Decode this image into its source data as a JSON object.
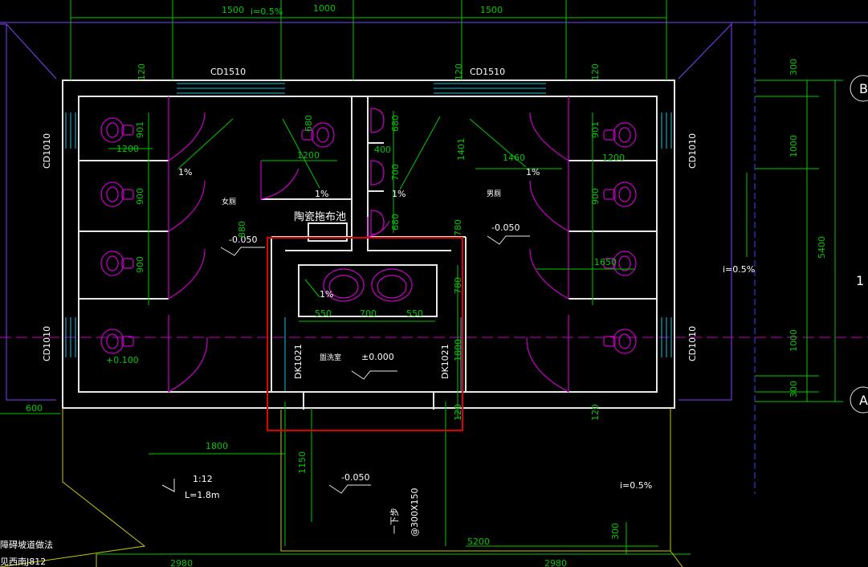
{
  "colors": {
    "background": "#000000",
    "wall": "#e6e6e6",
    "dim": "#00c800",
    "fixture": "#c800c8",
    "window": "#00c8e6",
    "text": "#ffffff",
    "roof_outline": "#8040ff",
    "axis_center": "#c800c8",
    "highlight": "#e00000",
    "misc": "#c8c800"
  },
  "dimensions_top": [
    "1500",
    "i=0.5%",
    "1000",
    "1500"
  ],
  "windows": {
    "top_left": "CD1510",
    "top_right": "CD1510",
    "left_upper": "CD1010",
    "left_lower": "CD1010",
    "right_upper": "CD1010",
    "right_lower": "CD1010"
  },
  "doors": {
    "left": "DK1021",
    "right": "DK1021"
  },
  "rooms": {
    "female": "女厕",
    "male": "男厕",
    "lobby": "盥洗室",
    "mop_pool": "陶瓷拖布池"
  },
  "levels": {
    "female_level": "-0.050",
    "male_level": "-0.050",
    "lobby_level": "±0.000",
    "outside_level": "-0.050",
    "squat_level": "+0.100"
  },
  "slopes": {
    "female": "1%",
    "mid_left": "1%",
    "mid_right": "1%",
    "male": "1%",
    "lobby": "1%",
    "right_side": "i=0.5%",
    "bottom_right": "i=0.5%"
  },
  "interior_dims": {
    "left_901": "901",
    "left_1200a": "1200",
    "left_900a": "900",
    "left_900b": "900",
    "mid_680a": "680",
    "mid_1200": "1200",
    "mid_880": "880",
    "center_680": "680",
    "center_400": "400",
    "center_700": "700",
    "center_680b": "680",
    "right_1401": "1401",
    "right_1460": "1460",
    "right_901": "901",
    "right_1200": "1200",
    "right_900": "900",
    "right_1650": "1650",
    "lobby_780a": "780",
    "lobby_780b": "780",
    "basin_550a": "550",
    "basin_700": "700",
    "basin_550b": "550",
    "lobby_1800": "1800",
    "lobby_120a": "120",
    "lobby_120b": "120",
    "top_120a": "120",
    "top_120b": "120",
    "top_120c": "120"
  },
  "right_dims": [
    "300",
    "1000",
    "5400",
    "1000",
    "300"
  ],
  "right_axis_numeral": "1",
  "axis_tags": {
    "top": "B",
    "bottom": "A"
  },
  "bottom_dims": {
    "left_600": "600",
    "ramp_1800": "1800",
    "ramp_slope": "1:12",
    "ramp_length": "L=1.8m",
    "h_1150": "1150",
    "step_text": "一下步",
    "step_size": "@300X150",
    "w_5200": "5200",
    "v_300": "300",
    "left_2980": "2980",
    "right_2980": "2980"
  },
  "notes": {
    "ramp_method": "障碍坡道做法",
    "ramp_ref": "见西南J812"
  }
}
